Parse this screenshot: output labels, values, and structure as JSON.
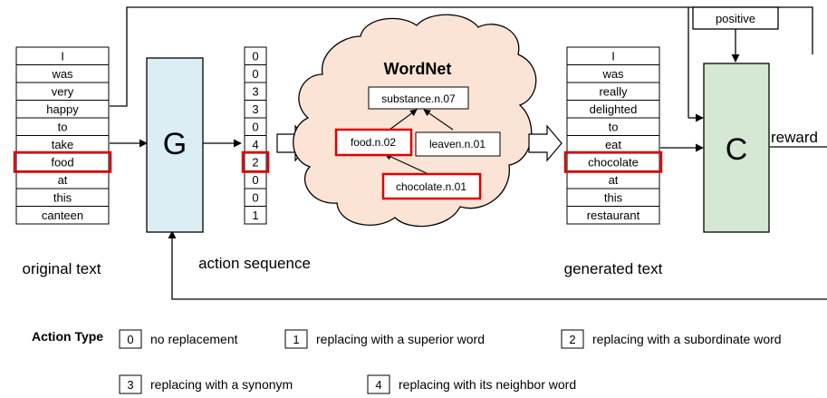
{
  "original_text": {
    "caption": "original text",
    "words": [
      "I",
      "was",
      "very",
      "happy",
      "to",
      "take",
      "food",
      "at",
      "this",
      "canteen"
    ],
    "highlight_index": 6
  },
  "generator": {
    "label": "G"
  },
  "action_sequence": {
    "caption": "action sequence",
    "values": [
      "0",
      "0",
      "3",
      "3",
      "0",
      "4",
      "2",
      "0",
      "0",
      "1"
    ],
    "highlight_index": 6
  },
  "wordnet": {
    "title": "WordNet",
    "nodes": {
      "substance": "substance.n.07",
      "food": "food.n.02",
      "leaven": "leaven.n.01",
      "chocolate": "chocolate.n.01"
    }
  },
  "generated_text": {
    "caption": "generated text",
    "words": [
      "I",
      "was",
      "really",
      "delighted",
      "to",
      "eat",
      "chocolate",
      "at",
      "this",
      "restaurant"
    ],
    "highlight_index": 6
  },
  "classifier": {
    "label": "C",
    "input_label": "positive",
    "output_label": "reward"
  },
  "legend": {
    "title": "Action Type",
    "items": [
      {
        "code": "0",
        "text": "no replacement"
      },
      {
        "code": "1",
        "text": "replacing with a superior word"
      },
      {
        "code": "2",
        "text": "replacing with a subordinate word"
      },
      {
        "code": "3",
        "text": "replacing with a synonym"
      },
      {
        "code": "4",
        "text": "replacing with its neighbor word"
      }
    ]
  },
  "colors": {
    "generator_fill": "#dbeef4",
    "classifier_fill": "#d5e8d4",
    "cloud_fill": "#fbe4d5",
    "highlight": "#e00000"
  }
}
